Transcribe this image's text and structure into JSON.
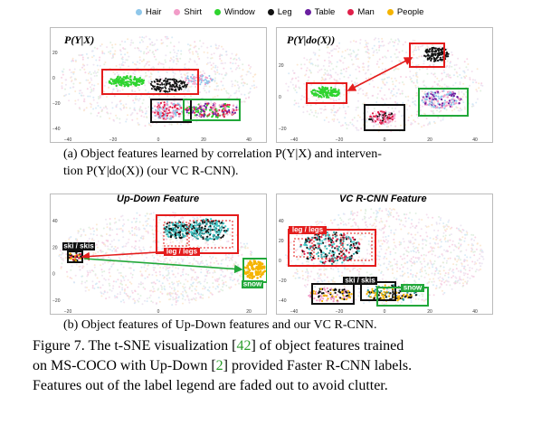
{
  "legend": [
    {
      "label": "Hair",
      "color": "#8fc7ea"
    },
    {
      "label": "Shirt",
      "color": "#f29cc8"
    },
    {
      "label": "Window",
      "color": "#2fd42f"
    },
    {
      "label": "Leg",
      "color": "#111111"
    },
    {
      "label": "Table",
      "color": "#6a1fa0"
    },
    {
      "label": "Man",
      "color": "#e0204a"
    },
    {
      "label": "People",
      "color": "#f5b400"
    }
  ],
  "panels": {
    "a_left": {
      "title": "P(Y|X)",
      "xticks": [
        "−40",
        "−20",
        "0",
        "20",
        "40"
      ],
      "yticks": [
        "20",
        "0",
        "−20",
        "−40"
      ]
    },
    "a_right": {
      "title": "P(Y|do(X))",
      "xticks": [
        "−40",
        "−20",
        "0",
        "20",
        "40"
      ],
      "yticks": [
        "20",
        "0",
        "−20"
      ]
    },
    "b_left": {
      "title": "Up-Down Feature",
      "xticks": [
        "−20",
        "0",
        "20"
      ],
      "yticks": [
        "40",
        "20",
        "0",
        "−20"
      ],
      "labels": {
        "leg": "leg / legs",
        "ski": "ski / skis",
        "snow": "snow"
      }
    },
    "b_right": {
      "title": "VC R-CNN Feature",
      "xticks": [
        "−40",
        "−20",
        "0",
        "20",
        "40"
      ],
      "yticks": [
        "40",
        "20",
        "0",
        "−20",
        "−40"
      ],
      "labels": {
        "leg": "leg / legs",
        "ski": "ski / skis",
        "snow": "snow"
      }
    }
  },
  "captions": {
    "a_line1": "(a) Object features learned by correlation P(Y|X) and interven-",
    "a_line2": "tion P(Y|do(X)) (our VC R-CNN).",
    "b": "(b) Object features of Up-Down features and our VC R-CNN.",
    "fig_line1_pre": "Figure 7.  The t-SNE visualization [",
    "fig_ref1": "42",
    "fig_line1_post": "] of object features trained",
    "fig_line2_pre": "on MS-COCO with Up-Down [",
    "fig_ref2": "2",
    "fig_line2_post": "] provided Faster R-CNN labels.",
    "fig_line3": "Features out of the label legend are faded out to avoid clutter."
  }
}
